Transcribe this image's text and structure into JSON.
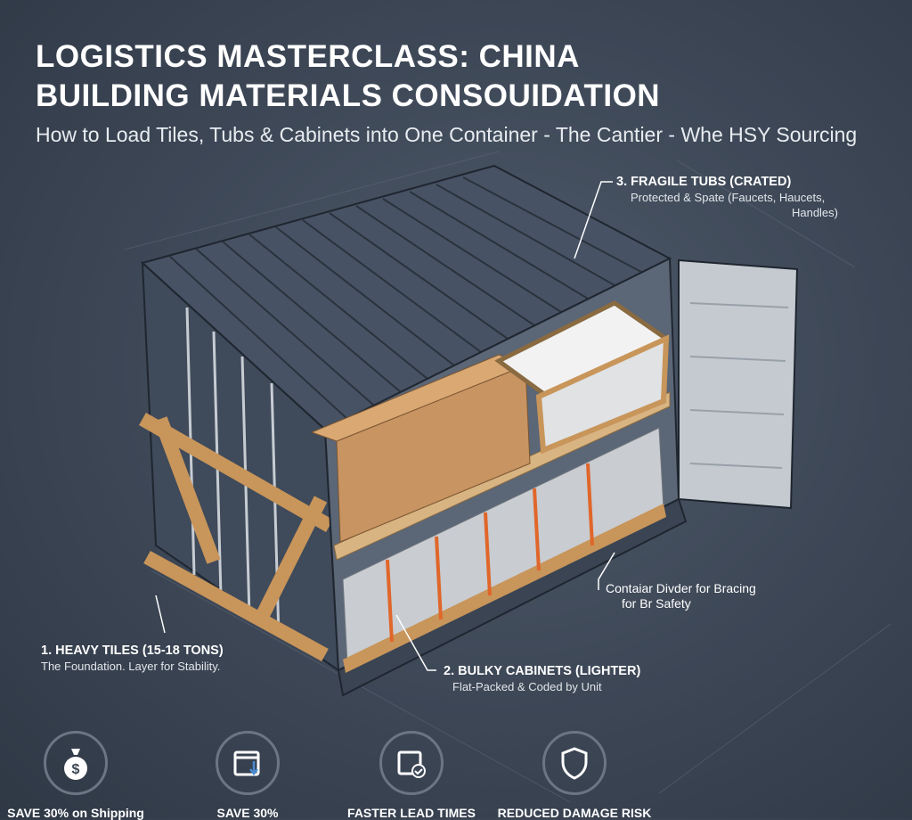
{
  "header": {
    "title_line1": "LOGISTICS MASTERCLASS: CHINA",
    "title_line2": "BUILDING MATERIALS CONSOUIDATION",
    "subtitle": "How to Load Tiles, Tubs & Cabinets into One Container - The Cantier - Whe HSY Sourcing"
  },
  "callouts": {
    "tubs": {
      "title": "3. FRAGILE TUBS (CRATED)",
      "desc1": "Protected & Spate (Faucets, Haucets,",
      "desc2": "Handles)"
    },
    "divider": {
      "line1": "Contaiar Divder for Bracing",
      "line2": "for Br Safety"
    },
    "tiles": {
      "title": "1. HEAVY TILES (15-18 TONS)",
      "desc": "The Foundation. Layer for Stability."
    },
    "cabinets": {
      "title": "2. BULKY CABINETS (LIGHTER)",
      "desc": "Flat-Packed & Coded by Unit"
    }
  },
  "features": [
    {
      "icon": "money-bag-icon",
      "label": "SAVE 30% on Shipping"
    },
    {
      "icon": "calendar-download-icon",
      "label": "SAVE 30%"
    },
    {
      "icon": "calendar-check-icon",
      "label": "FASTER LEAD TIMES"
    },
    {
      "icon": "shield-icon",
      "label": "REDUCED DAMAGE RISK"
    }
  ],
  "colors": {
    "container": "#3f4a5a",
    "wood": "#c8955a",
    "strap": "#e0662a",
    "tile": "#c9ccd0"
  }
}
